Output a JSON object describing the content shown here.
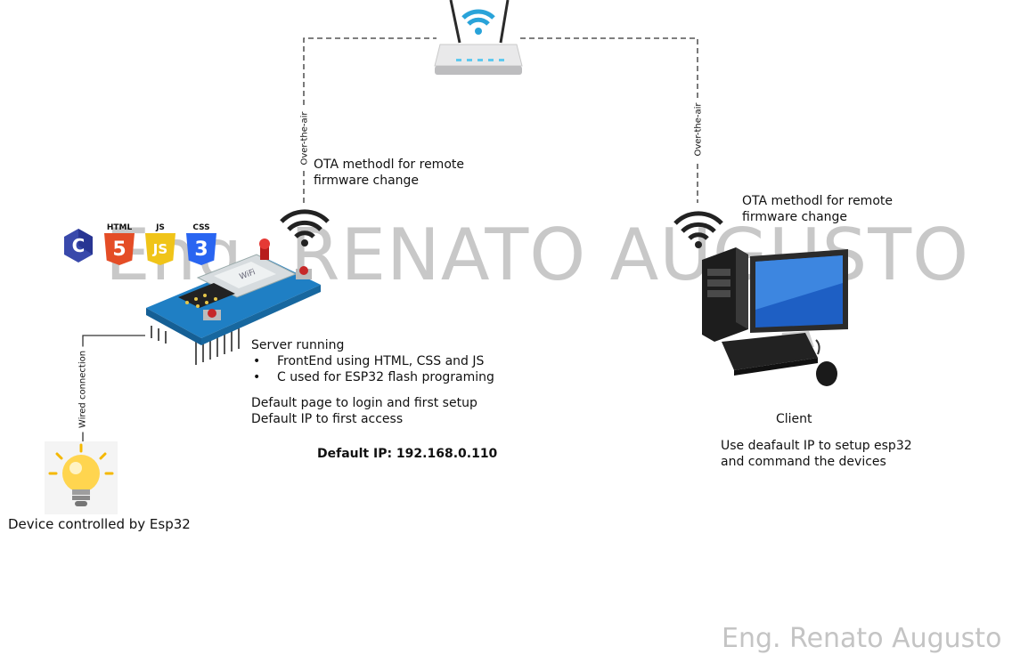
{
  "watermark": {
    "main": "Eng. RENATO AUGUSTO",
    "signature": "Eng. Renato Augusto"
  },
  "links": {
    "left_over_the_air": "Over-the-air",
    "right_over_the_air": "Over-the-air",
    "wired": "Wired connection"
  },
  "ota_left": {
    "line1": "OTA methodl for remote",
    "line2": "firmware change"
  },
  "ota_right": {
    "line1": "OTA methodl for remote",
    "line2": "firmware change"
  },
  "tech_badges": [
    {
      "label": "",
      "glyph": "C",
      "color": "#3949ab"
    },
    {
      "label": "HTML",
      "glyph": "5",
      "color": "#e44d26"
    },
    {
      "label": "JS",
      "glyph": "JS",
      "color": "#f0c419"
    },
    {
      "label": "CSS",
      "glyph": "3",
      "color": "#2965f1"
    }
  ],
  "server": {
    "title": "Server running",
    "bullets": [
      "FrontEnd using HTML, CSS and JS",
      "C used for ESP32 flash programing"
    ],
    "line_setup": "Default page to login and first setup",
    "line_ip": "Default IP to first access",
    "default_ip": "Default IP: 192.168.0.110"
  },
  "board": {
    "module_text": "WiFi"
  },
  "client": {
    "title": "Client",
    "line1": "Use deafault IP to setup esp32",
    "line2": "and command the devices"
  },
  "device": {
    "label": "Device controlled by Esp32"
  },
  "colors": {
    "line": "#333333",
    "wifi": "#2b2b2b",
    "router_blue": "#29a3d9",
    "board_blue": "#1f7fc4"
  }
}
